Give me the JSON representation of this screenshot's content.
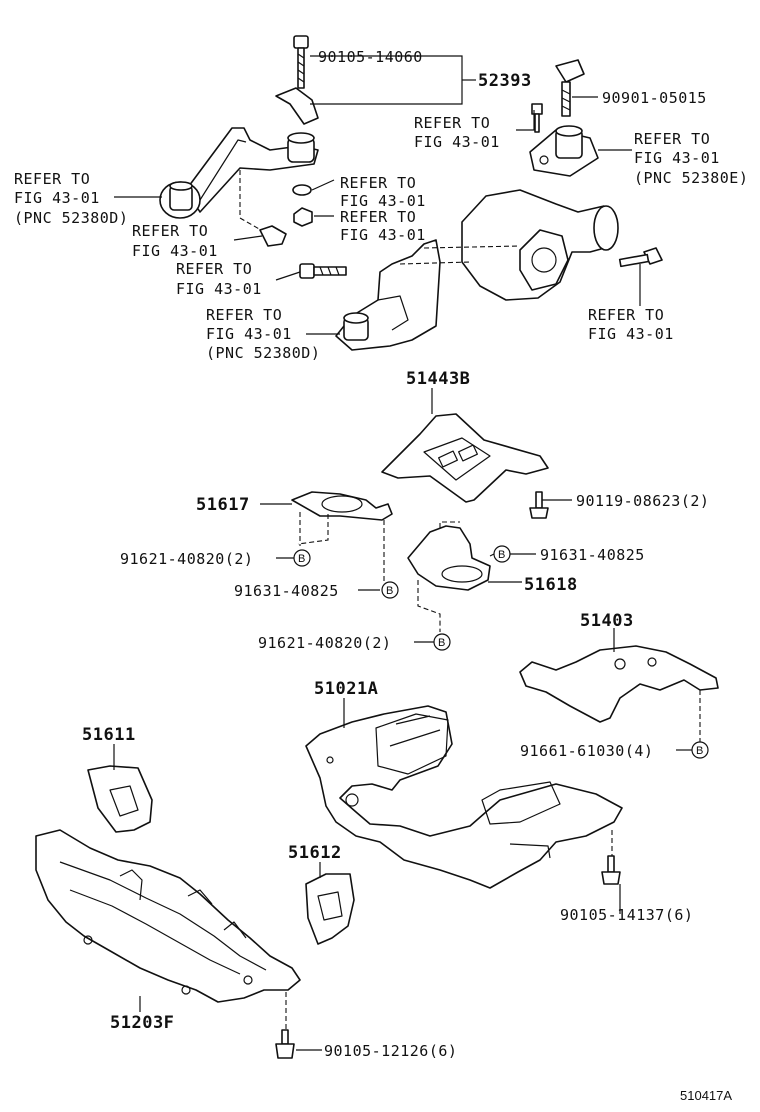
{
  "labels": {
    "b90105_14060": "90105-14060",
    "p52393": "52393",
    "b90901_05015": "90901-05015",
    "ref_a_1": "REFER TO",
    "ref_a_2": "FIG 43-01",
    "ref_b_1": "REFER TO",
    "ref_b_2": "FIG 43-01",
    "ref_b_3": "(PNC 52380E)",
    "ref_c_1": "REFER TO",
    "ref_c_2": "FIG 43-01",
    "ref_c_3": "(PNC 52380D)",
    "ref_d_1": "REFER TO",
    "ref_d_2": "FIG 43-01",
    "ref_e_1": "REFER TO",
    "ref_e_2": "FIG 43-01",
    "ref_f_1": "REFER TO",
    "ref_f_2": "FIG 43-01",
    "ref_g_1": "REFER TO",
    "ref_g_2": "FIG 43-01",
    "ref_h_1": "REFER TO",
    "ref_h_2": "FIG 43-01",
    "ref_h_3": "(PNC 52380D)",
    "ref_i_1": "REFER TO",
    "ref_i_2": "FIG 43-01",
    "p51443B": "51443B",
    "p51617": "51617",
    "b90119_08623": "90119-08623(2)",
    "b91621_40820_a": "91621-40820(2)",
    "b91631_40825_a": "91631-40825",
    "b91631_40825_b": "91631-40825",
    "p51618": "51618",
    "b91621_40820_b": "91621-40820(2)",
    "p51403": "51403",
    "p51021A": "51021A",
    "b91661_61030": "91661-61030(4)",
    "p51611": "51611",
    "p51612": "51612",
    "b90105_14137": "90105-14137(6)",
    "p51203F": "51203F",
    "b90105_12126": "90105-12126(6)",
    "fig_code": "510417A",
    "b_marker": "B"
  }
}
